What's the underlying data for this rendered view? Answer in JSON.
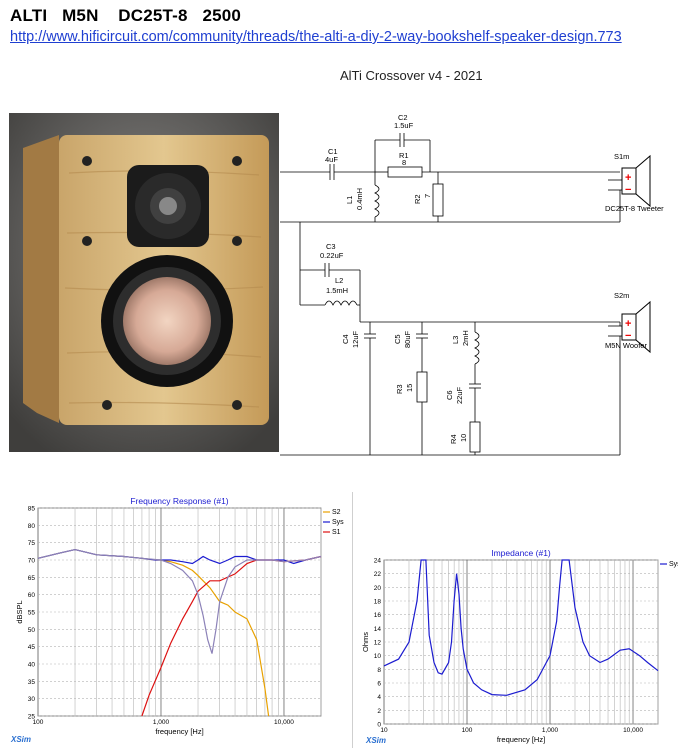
{
  "header": {
    "title": "ALTI   M5N    DC25T-8   2500",
    "url": "http://www.hificircuit.com/community/threads/the-alti-a-diy-2-way-bookshelf-speaker-design.773"
  },
  "photo": {
    "label": "speaker-photo"
  },
  "schematic": {
    "title": "AlTi Crossover v4 - 2021",
    "tweeter": {
      "ref": "S1m",
      "name": "DC25T-8 Tweeter"
    },
    "woofer": {
      "ref": "S2m",
      "name": "M5N Woofer"
    },
    "c1": {
      "ref": "C1",
      "value": "4uF"
    },
    "c2": {
      "ref": "C2",
      "value": "1.5uF"
    },
    "r1": {
      "ref": "R1",
      "value": "8"
    },
    "l1": {
      "ref": "L1",
      "value": "0.4mH"
    },
    "r2": {
      "ref": "R2",
      "value": "7"
    },
    "c3": {
      "ref": "C3",
      "value": "0.22uF"
    },
    "l2": {
      "ref": "L2",
      "value": "1.5mH"
    },
    "c4": {
      "ref": "C4",
      "value": "12uF"
    },
    "c5": {
      "ref": "C5",
      "value": "80uF"
    },
    "l3": {
      "ref": "L3",
      "value": "2mH"
    },
    "r3": {
      "ref": "R3",
      "value": "15"
    },
    "c6": {
      "ref": "C6",
      "value": "22uF"
    },
    "r4": {
      "ref": "R4",
      "value": "10"
    }
  },
  "chart_data": [
    {
      "type": "line",
      "title": "Frequency Response (#1)",
      "xlabel": "frequency [Hz]",
      "ylabel": "dBSPL",
      "xscale": "log",
      "xlim": [
        100,
        20000
      ],
      "ylim": [
        25,
        85
      ],
      "yticks": [
        25,
        30,
        35,
        40,
        45,
        50,
        55,
        60,
        65,
        70,
        75,
        80,
        85
      ],
      "xtick_labels": [
        "100",
        "1,000",
        "10,000"
      ],
      "legend_position": "right",
      "brand": "XSim",
      "series": [
        {
          "name": "S2",
          "color": "#e8a100",
          "x": [
            100,
            150,
            200,
            300,
            500,
            700,
            900,
            1000,
            1200,
            1500,
            1800,
            2000,
            2200,
            2500,
            3000,
            3500,
            4000,
            5000,
            6000,
            7000,
            7500
          ],
          "y": [
            70.5,
            72,
            73,
            71.5,
            71,
            70.5,
            70,
            70,
            69.5,
            68.5,
            67,
            65.5,
            64,
            62,
            58,
            57,
            55,
            53,
            47,
            33,
            25
          ]
        },
        {
          "name": "Sys",
          "color": "#1c1cd0",
          "x": [
            100,
            150,
            200,
            300,
            500,
            700,
            900,
            1000,
            1200,
            1500,
            1800,
            2000,
            2200,
            2500,
            3000,
            3500,
            4000,
            5000,
            6000,
            8000,
            10000,
            12000,
            15000,
            20000
          ],
          "y": [
            70.5,
            72,
            73,
            71.5,
            71,
            70.5,
            70,
            70,
            70,
            69.5,
            69,
            70,
            71,
            70,
            69,
            70,
            71,
            71,
            70,
            70,
            70,
            69,
            70,
            71
          ]
        },
        {
          "name": "S1",
          "color": "#dd1111",
          "x": [
            700,
            800,
            1000,
            1200,
            1500,
            1800,
            2000,
            2500,
            3000,
            4000,
            5000,
            6000,
            8000,
            10000,
            15000,
            20000
          ],
          "y": [
            25,
            31,
            39,
            46,
            53,
            58,
            61,
            64,
            64,
            66,
            69,
            70,
            70,
            69.5,
            70,
            71
          ]
        },
        {
          "name": "",
          "color": "#8c82b8",
          "x": [
            100,
            150,
            200,
            300,
            500,
            700,
            1000,
            1200,
            1500,
            1800,
            2000,
            2200,
            2400,
            2600,
            2800,
            3000,
            3500,
            4000,
            5000,
            6000,
            8000,
            10000,
            15000,
            20000
          ],
          "y": [
            70.5,
            72,
            73,
            71.5,
            71,
            70.5,
            70,
            69,
            67,
            64,
            60,
            54,
            47,
            43,
            50,
            58,
            65,
            68,
            70,
            70,
            70,
            69.5,
            70,
            71
          ]
        }
      ]
    },
    {
      "type": "line",
      "title": "Impedance (#1)",
      "xlabel": "frequency [Hz]",
      "ylabel": "Ohms",
      "xscale": "log",
      "xlim": [
        10,
        20000
      ],
      "ylim": [
        0,
        24
      ],
      "yticks": [
        0,
        2,
        4,
        6,
        8,
        10,
        12,
        14,
        16,
        18,
        20,
        22,
        24
      ],
      "xtick_labels": [
        "10",
        "100",
        "1,000",
        "10,000"
      ],
      "legend_position": "right",
      "brand": "XSim",
      "series": [
        {
          "name": "Sys",
          "color": "#1c1cd0",
          "x": [
            10,
            15,
            20,
            25,
            28,
            30,
            32,
            35,
            40,
            45,
            50,
            60,
            65,
            70,
            75,
            80,
            85,
            90,
            100,
            120,
            150,
            200,
            300,
            500,
            700,
            1000,
            1200,
            1300,
            1400,
            1500,
            1700,
            2000,
            2500,
            3000,
            4000,
            5000,
            7000,
            9000,
            12000,
            15000,
            20000
          ],
          "y": [
            8.5,
            9.5,
            12,
            18,
            24,
            24,
            24,
            13,
            9,
            7.5,
            7.3,
            9,
            12,
            18,
            22,
            19,
            14,
            11,
            8,
            6,
            5,
            4.3,
            4.2,
            5,
            6.5,
            10,
            15,
            20,
            24,
            24,
            24,
            17,
            12,
            10,
            9,
            9.5,
            10.8,
            11,
            10,
            9,
            7.8
          ]
        }
      ]
    }
  ]
}
